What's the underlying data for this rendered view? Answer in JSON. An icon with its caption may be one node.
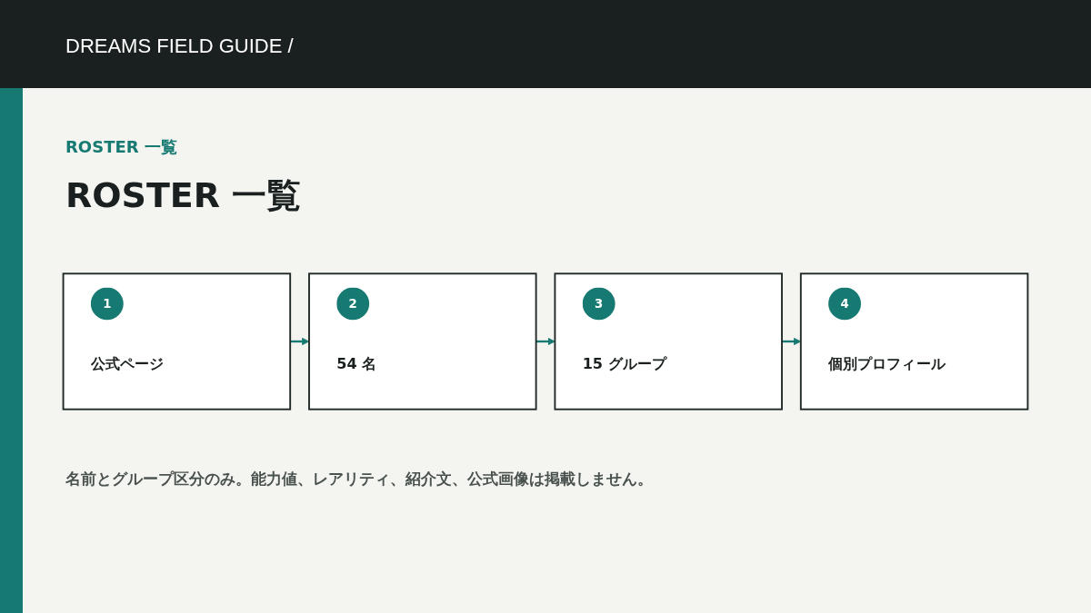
{
  "diagram": {
    "title": "ROSTER 一覧",
    "caption": "名前とグループ区分のみ。能力値、レアリティ、紹介文、公式画像は掲載しません。",
    "nodes": [
      {
        "text": [
          "1",
          "公式ページ"
        ]
      },
      {
        "text": [
          "2",
          "54 名"
        ]
      },
      {
        "text": [
          "3",
          "15 グループ"
        ]
      },
      {
        "text": [
          "4",
          "個別プロフィール"
        ]
      }
    ],
    "edges": [
      {
        "from": 0,
        "to": 1,
        "arrow": "to"
      },
      {
        "from": 1,
        "to": 2,
        "arrow": "to"
      },
      {
        "from": 2,
        "to": 3,
        "arrow": "to"
      }
    ],
    "labels": [
      "DREAMS FIELD GUIDE /",
      "ROSTER 一覧"
    ]
  }
}
